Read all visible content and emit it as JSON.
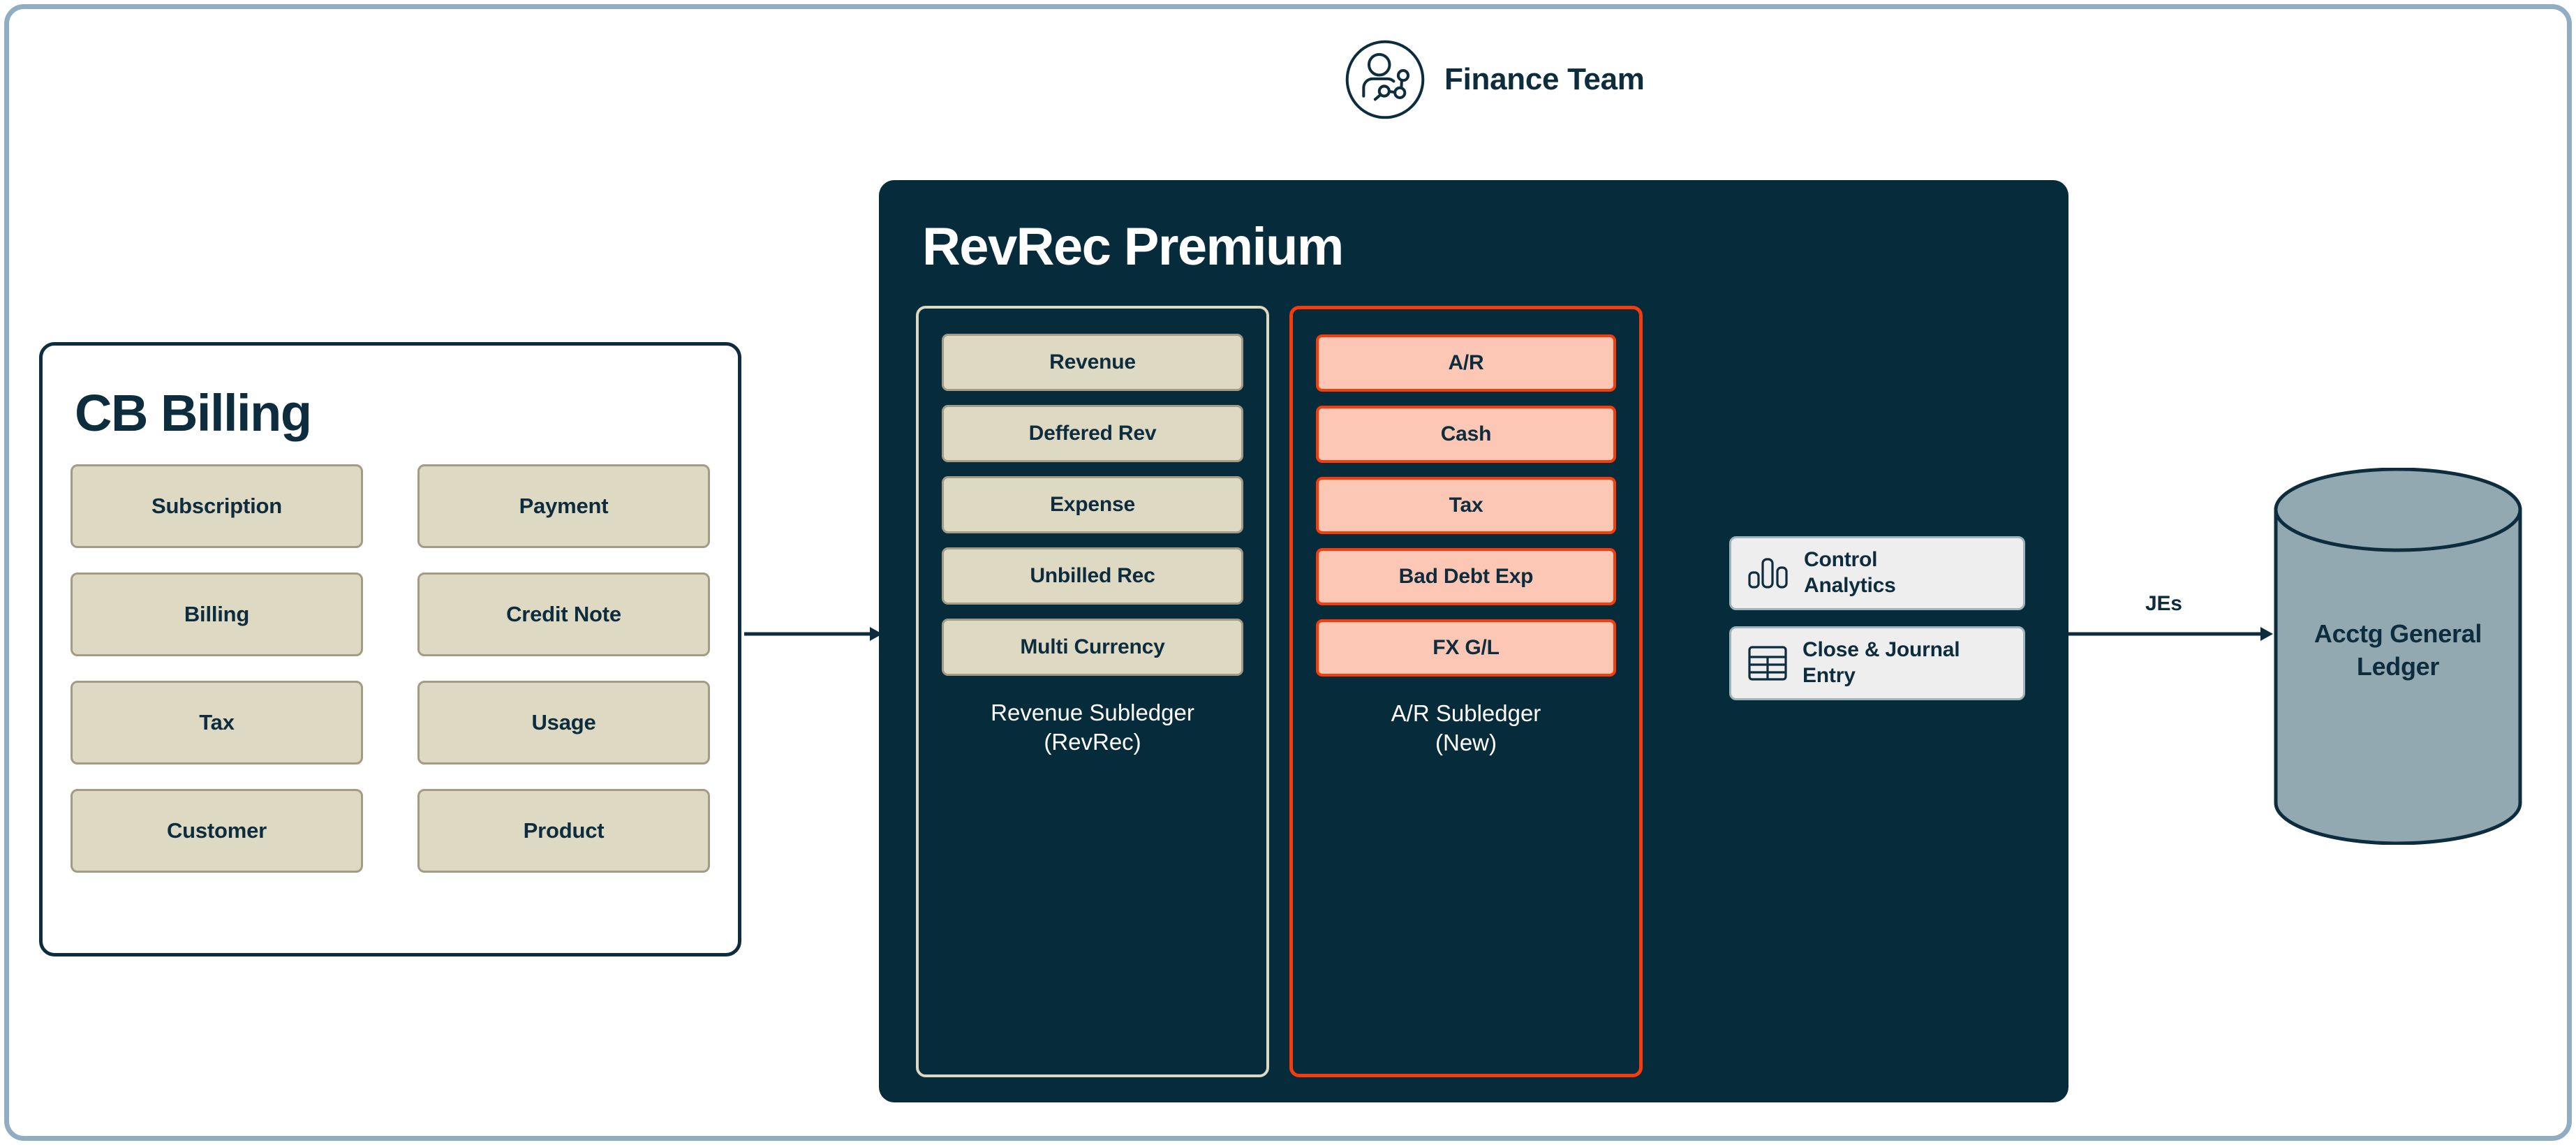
{
  "header": {
    "actor_label": "Finance Team",
    "actor_icon": "person-network-icon"
  },
  "billing_panel": {
    "title": "CB Billing",
    "items": [
      "Subscription",
      "Payment",
      "Billing",
      "Credit Note",
      "Tax",
      "Usage",
      "Customer",
      "Product"
    ]
  },
  "revrec_panel": {
    "title": "RevRec Premium",
    "revenue_subledger": {
      "caption_line1": "Revenue Subledger",
      "caption_line2": "(RevRec)",
      "items": [
        "Revenue",
        "Deffered Rev",
        "Expense",
        "Unbilled Rec",
        "Multi Currency"
      ]
    },
    "ar_subledger": {
      "caption_line1": "A/R Subledger",
      "caption_line2": "(New)",
      "items": [
        "A/R",
        "Cash",
        "Tax",
        "Bad Debt Exp",
        "FX G/L"
      ]
    },
    "feature_cards": [
      {
        "label_line1": "Control",
        "label_line2": "Analytics",
        "icon": "bar-chart-icon"
      },
      {
        "label_line1": "Close & Journal",
        "label_line2": "Entry",
        "icon": "table-grid-icon"
      }
    ]
  },
  "flows": {
    "billing_to_revrec_label": "",
    "revrec_to_gl_label": "JEs"
  },
  "general_ledger": {
    "label_line1": "Acctg General",
    "label_line2": "Ledger",
    "shape": "database-cylinder-icon"
  },
  "colors": {
    "navy": "#062c3c",
    "navy_text": "#0d2d3e",
    "beige": "#ded9c3",
    "beige_border": "#a49b85",
    "salmon": "#fcc7b4",
    "red": "#f73c0c",
    "cream_border": "#ddd8c2",
    "card_bg": "#eeeeee",
    "card_border": "#9fb3bd",
    "cylinder_fill": "#93a9b2",
    "frame_blue": "#90adc2"
  }
}
